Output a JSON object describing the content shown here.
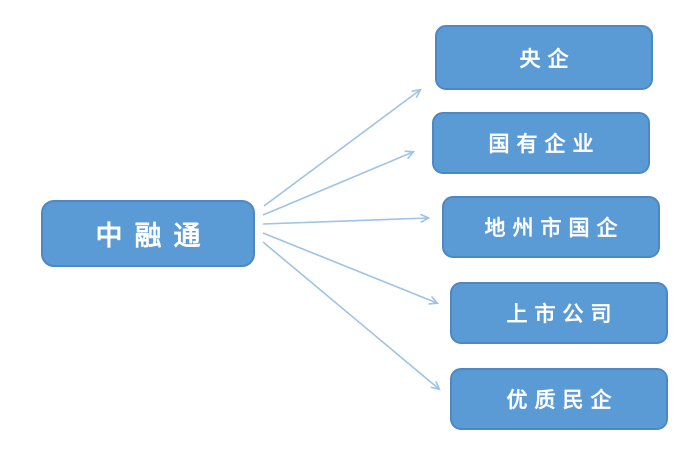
{
  "diagram": {
    "root": {
      "label": "中融通"
    },
    "targets": [
      {
        "label": "央企"
      },
      {
        "label": "国有企业"
      },
      {
        "label": "地州市国企"
      },
      {
        "label": "上市公司"
      },
      {
        "label": "优质民企"
      }
    ],
    "edges": [
      {
        "from": "中融通",
        "to": "央企"
      },
      {
        "from": "中融通",
        "to": "国有企业"
      },
      {
        "from": "中融通",
        "to": "地州市国企"
      },
      {
        "from": "中融通",
        "to": "上市公司"
      },
      {
        "from": "中融通",
        "to": "优质民企"
      }
    ],
    "colors": {
      "node_fill": "#5b9bd5",
      "node_border": "#4e88c4",
      "arrow": "#9dc3e6",
      "text": "#ffffff",
      "background": "#ffffff"
    }
  }
}
